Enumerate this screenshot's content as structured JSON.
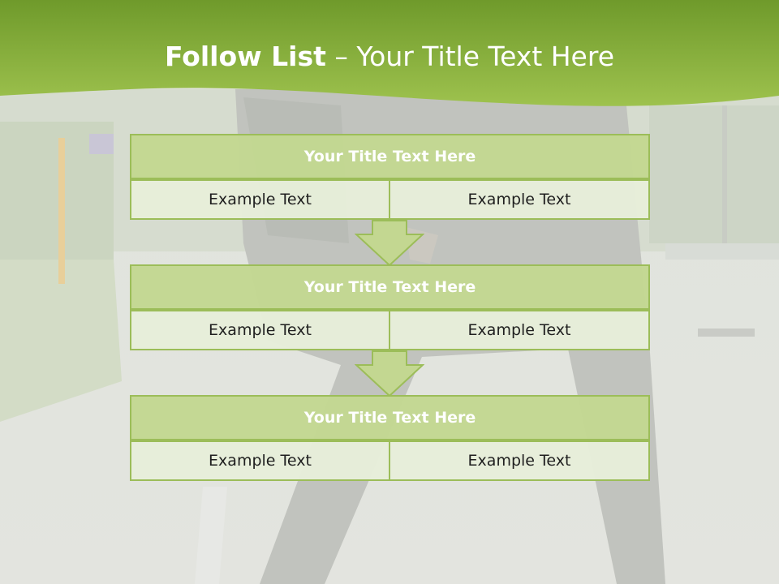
{
  "slide": {
    "title_bold": "Follow List",
    "title_rest": "– Your Title Text Here"
  },
  "steps": [
    {
      "title": "Your Title Text Here",
      "left_text": "Example Text",
      "right_text": "Example Text"
    },
    {
      "title": "Your Title Text Here",
      "left_text": "Example Text",
      "right_text": "Example Text"
    },
    {
      "title": "Your Title Text Here",
      "left_text": "Example Text",
      "right_text": "Example Text"
    }
  ],
  "colors": {
    "header_green": "#8db23f",
    "box_border": "#9cbd59",
    "title_fill": "#c3d791",
    "cell_fill": "#e7eeda",
    "arrow_fill": "#c3d791"
  },
  "icons": [
    "down-arrow-icon",
    "down-arrow-icon"
  ]
}
